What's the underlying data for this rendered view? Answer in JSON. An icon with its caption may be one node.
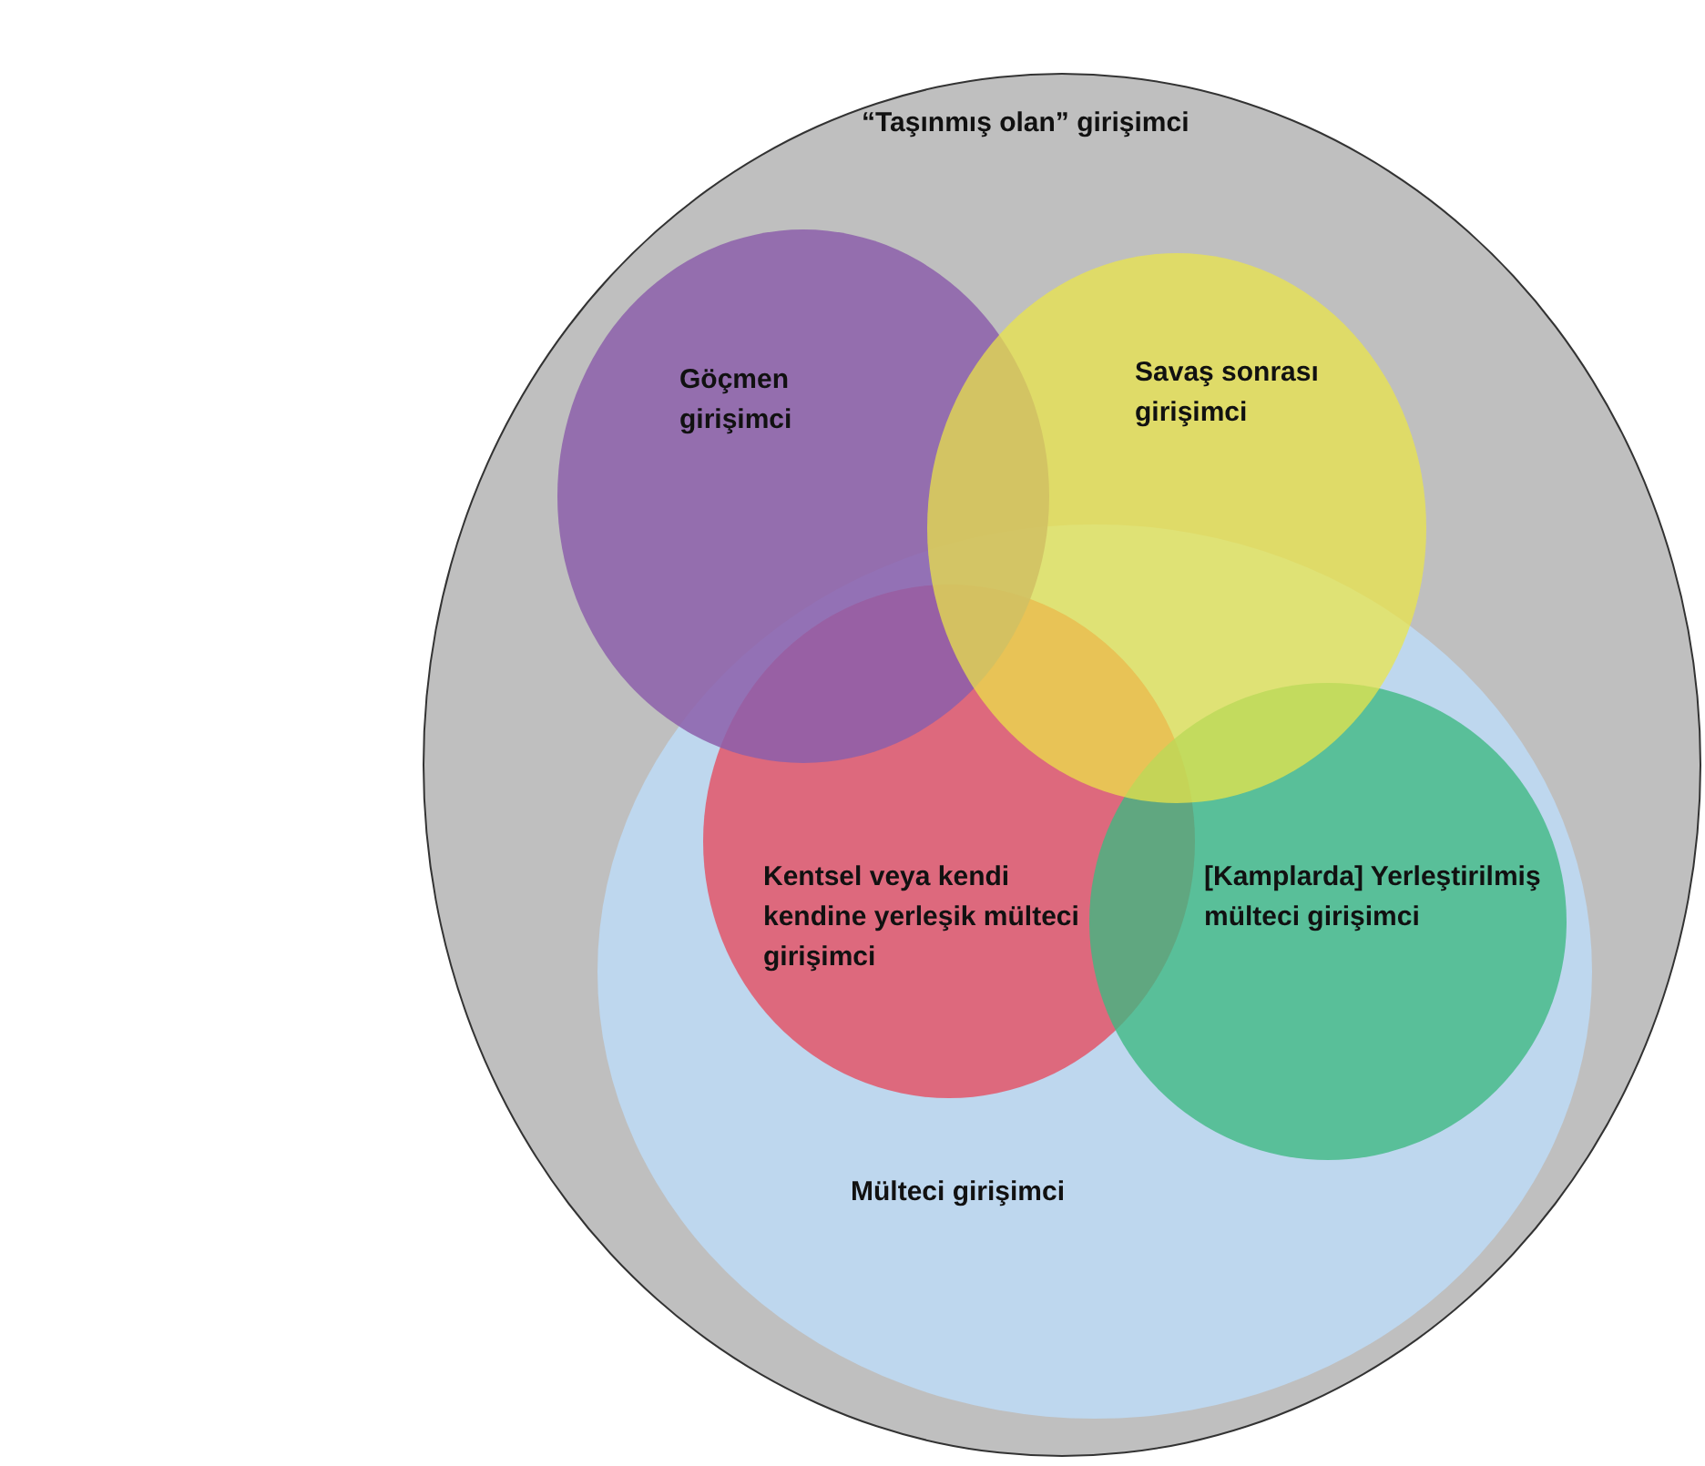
{
  "diagram": {
    "nodes": [
      {
        "text": [
          "“Taşınmış olan” girişimci"
        ]
      },
      {
        "text": [
          "Göçmen girişimci"
        ],
        "in": 0
      },
      {
        "text": [
          "Savaş sonrası girişimci"
        ],
        "in": 0
      },
      {
        "text": [
          "Mülteci girişimci"
        ],
        "in": 0
      },
      {
        "text": [
          "Kentsel veya kendi kendine yerleşik mülteci girişimci"
        ],
        "in": 3
      },
      {
        "text": [
          "[Kamplarda] Yerleştirilmiş mülteci girişimci"
        ],
        "in": 3
      }
    ]
  }
}
